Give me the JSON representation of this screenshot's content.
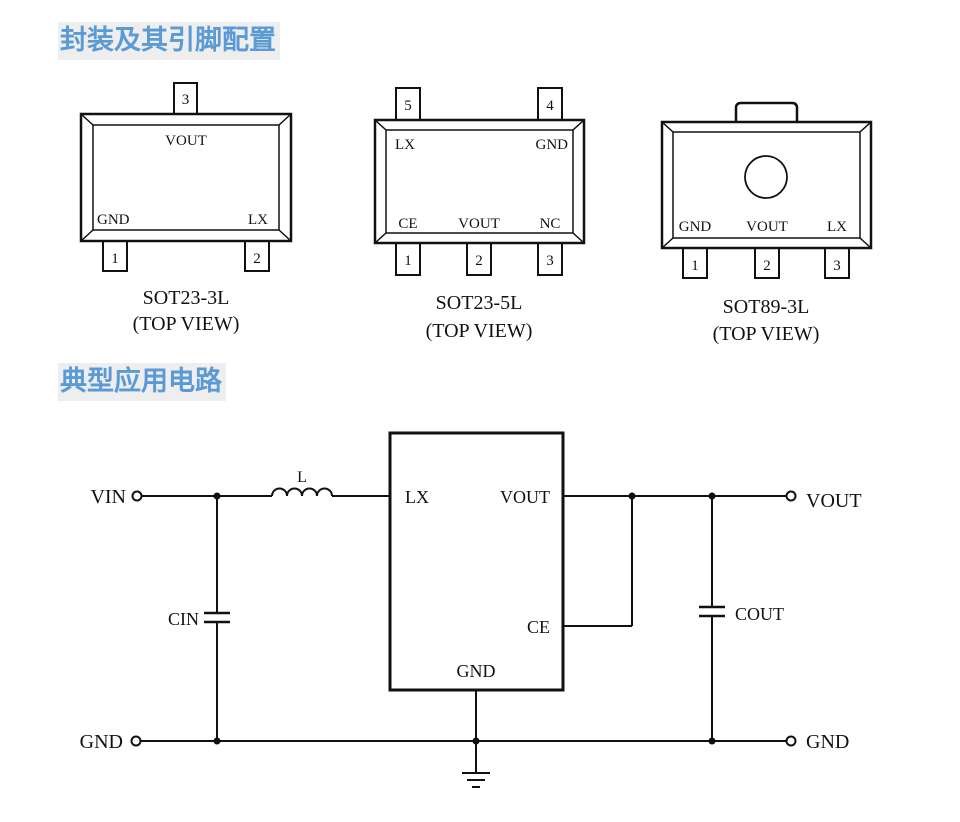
{
  "sections": {
    "packages_title": "封装及其引脚配置",
    "circuit_title": "典型应用电路"
  },
  "packages": {
    "sot23_3l": {
      "name": "SOT23-3L",
      "view": "(TOP VIEW)",
      "pins": {
        "p1": "1",
        "p2": "2",
        "p3": "3"
      },
      "labels": {
        "vout": "VOUT",
        "gnd": "GND",
        "lx": "LX"
      }
    },
    "sot23_5l": {
      "name": "SOT23-5L",
      "view": "(TOP VIEW)",
      "pins": {
        "p1": "1",
        "p2": "2",
        "p3": "3",
        "p4": "4",
        "p5": "5"
      },
      "labels": {
        "lx": "LX",
        "gnd": "GND",
        "ce": "CE",
        "vout": "VOUT",
        "nc": "NC"
      }
    },
    "sot89_3l": {
      "name": "SOT89-3L",
      "view": "(TOP VIEW)",
      "pins": {
        "p1": "1",
        "p2": "2",
        "p3": "3"
      },
      "labels": {
        "gnd": "GND",
        "vout": "VOUT",
        "lx": "LX"
      }
    }
  },
  "circuit": {
    "vin": "VIN",
    "gnd_left": "GND",
    "vout_right": "VOUT",
    "gnd_right": "GND",
    "inductor": "L",
    "cin": "CIN",
    "cout": "COUT",
    "ic_lx": "LX",
    "ic_vout": "VOUT",
    "ic_ce": "CE",
    "ic_gnd": "GND"
  }
}
